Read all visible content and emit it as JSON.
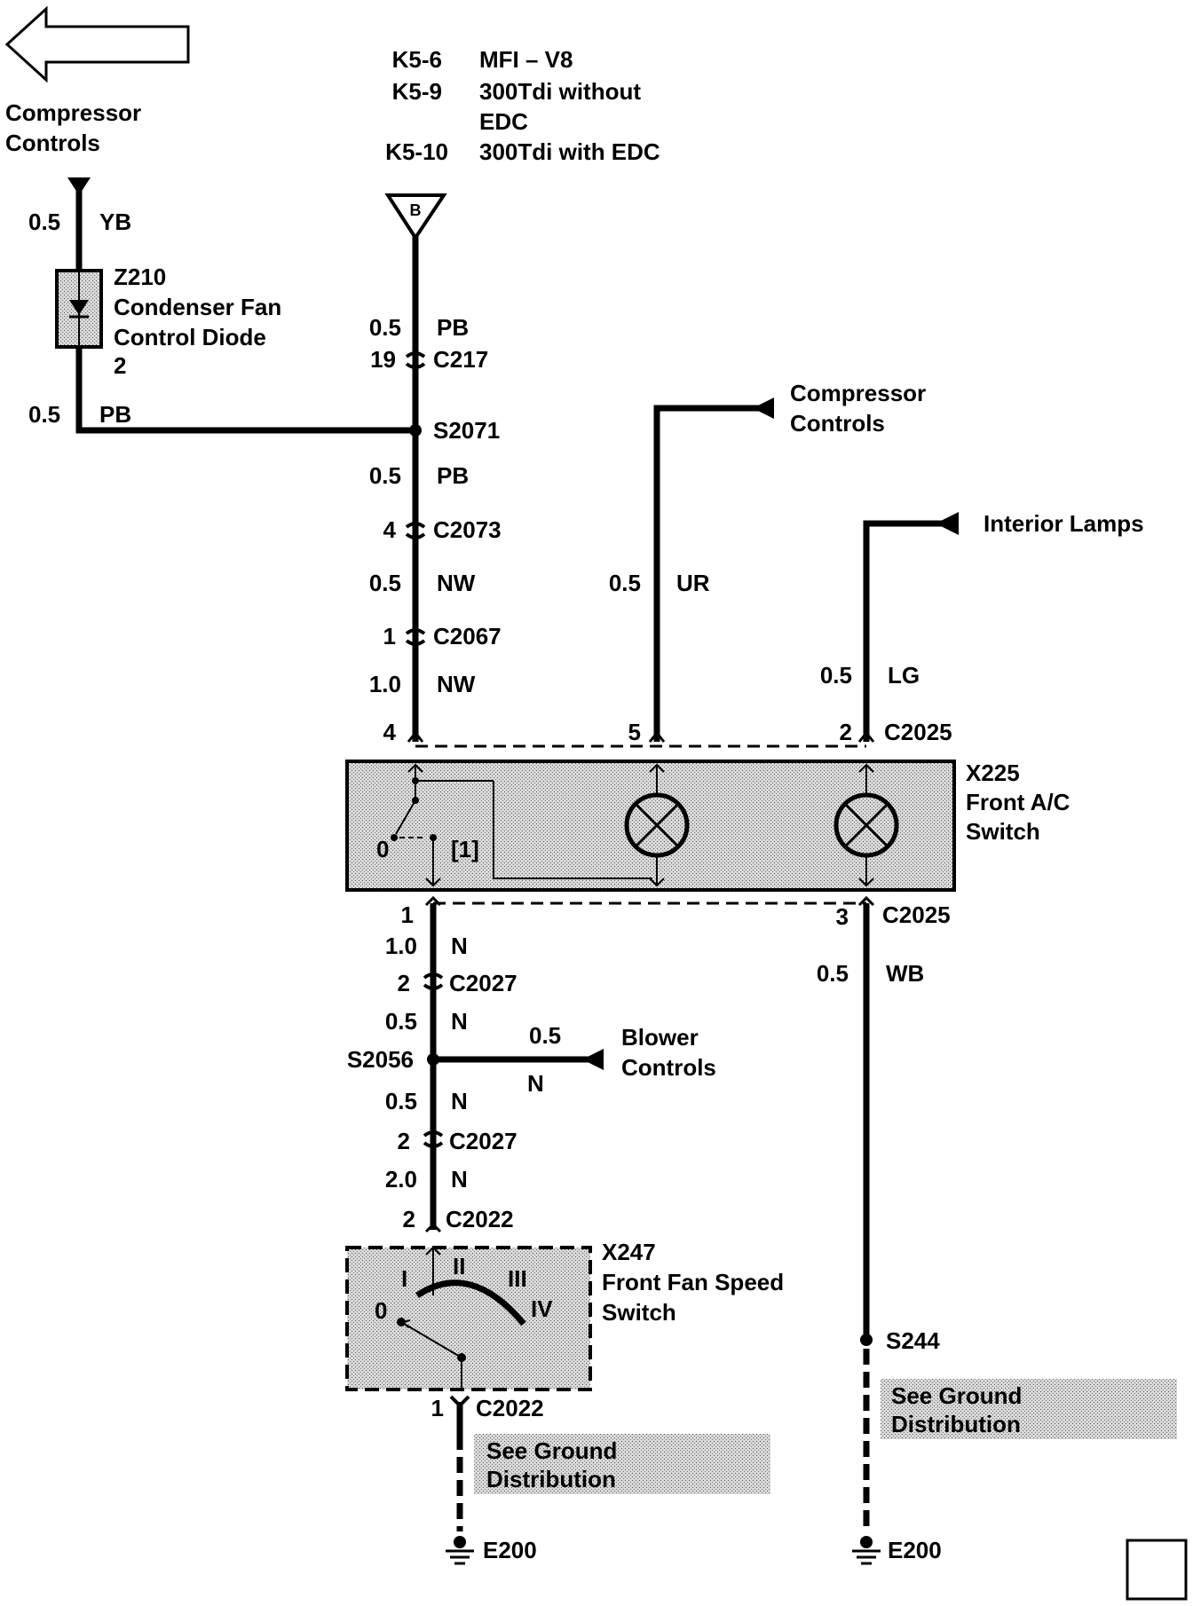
{
  "nav": {
    "back_arrow_label": "",
    "corner_box_label": ""
  },
  "variants": [
    {
      "code": "K5-6",
      "desc": "MFI – V8"
    },
    {
      "code": "K5-9",
      "desc": "300Tdi without"
    },
    {
      "code": "",
      "desc": "EDC"
    },
    {
      "code": "K5-10",
      "desc": "300Tdi with EDC"
    }
  ],
  "left_feed": {
    "title_line1": "Compressor",
    "title_line2": "Controls",
    "top_gauge": "0.5",
    "top_color": "YB",
    "bottom_gauge": "0.5",
    "bottom_color": "PB"
  },
  "diode": {
    "id": "Z210",
    "name_line1": "Condenser Fan",
    "name_line2": "Control Diode",
    "pin": "2"
  },
  "main_feed": {
    "marker": "B",
    "seg1_gauge": "0.5",
    "seg1_color": "PB",
    "c217_pin": "19",
    "c217": "C217",
    "splice": "S2071",
    "seg2_gauge": "0.5",
    "seg2_color": "PB",
    "c2073_pin": "4",
    "c2073": "C2073",
    "seg3_gauge": "0.5",
    "seg3_color": "NW",
    "c2067_pin": "1",
    "c2067": "C2067",
    "seg4_gauge": "1.0",
    "seg4_color": "NW",
    "c2025_pin": "4"
  },
  "compressor_branch": {
    "label_line1": "Compressor",
    "label_line2": "Controls",
    "gauge": "0.5",
    "color": "UR",
    "pin": "5"
  },
  "lamp_branch": {
    "label": "Interior Lamps",
    "gauge": "0.5",
    "color": "LG",
    "pin": "2",
    "connector": "C2025"
  },
  "ac_switch": {
    "id": "X225",
    "name_line1": "Front A/C",
    "name_line2": "Switch",
    "pos_off": "0",
    "pos_on": "[1]"
  },
  "lower_left": {
    "pin_top": "1",
    "seg1_gauge": "1.0",
    "seg1_color": "N",
    "c2027a_pin": "2",
    "c2027a": "C2027",
    "seg2_gauge": "0.5",
    "seg2_color": "N",
    "splice": "S2056",
    "blower_gauge": "0.5",
    "blower_color": "N",
    "blower_line1": "Blower",
    "blower_line2": "Controls",
    "seg3_gauge": "0.5",
    "seg3_color": "N",
    "c2027b_pin": "2",
    "c2027b": "C2027",
    "seg4_gauge": "2.0",
    "seg4_color": "N",
    "c2022a_pin": "2",
    "c2022a": "C2022"
  },
  "fan_switch": {
    "id": "X247",
    "name_line1": "Front Fan Speed",
    "name_line2": "Switch",
    "pos0": "0",
    "pos1": "I",
    "pos2": "II",
    "pos3": "III",
    "pos4": "IV",
    "out_pin": "1",
    "out_connector": "C2022"
  },
  "lower_right": {
    "pin": "3",
    "connector": "C2025",
    "gauge": "0.5",
    "color": "WB",
    "splice": "S244"
  },
  "ground_notes": {
    "left_line1": "See Ground",
    "left_line2": "Distribution",
    "right_line1": "See Ground",
    "right_line2": "Distribution",
    "left_ground": "E200",
    "right_ground": "E200"
  }
}
